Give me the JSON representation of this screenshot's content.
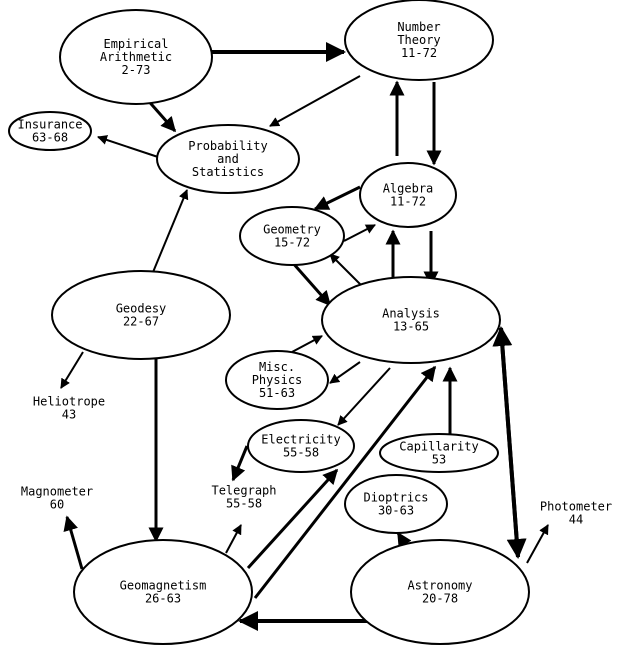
{
  "diagram": {
    "title": "",
    "colors": {
      "stroke": "#000000",
      "background": "#ffffff",
      "text": "#000000"
    },
    "nodes": [
      {
        "id": "empirical",
        "lines": [
          "Empirical",
          "Arithmetic",
          "2-73"
        ],
        "shape": "ellipse"
      },
      {
        "id": "number",
        "lines": [
          "Number",
          "Theory",
          "11-72"
        ],
        "shape": "ellipse"
      },
      {
        "id": "insurance",
        "lines": [
          "Insurance",
          "63-68"
        ],
        "shape": "ellipse"
      },
      {
        "id": "probability",
        "lines": [
          "Probability",
          "and",
          "Statistics"
        ],
        "shape": "ellipse"
      },
      {
        "id": "algebra",
        "lines": [
          "Algebra",
          "11-72"
        ],
        "shape": "ellipse"
      },
      {
        "id": "geometry",
        "lines": [
          "Geometry",
          "15-72"
        ],
        "shape": "ellipse"
      },
      {
        "id": "geodesy",
        "lines": [
          "Geodesy",
          "22-67"
        ],
        "shape": "ellipse"
      },
      {
        "id": "analysis",
        "lines": [
          "Analysis",
          "13-65"
        ],
        "shape": "ellipse"
      },
      {
        "id": "misc",
        "lines": [
          "Misc.",
          "Physics",
          "51-63"
        ],
        "shape": "ellipse"
      },
      {
        "id": "heliotrope",
        "lines": [
          "Heliotrope",
          "43"
        ],
        "shape": "text"
      },
      {
        "id": "electricity",
        "lines": [
          "Electricity",
          "55-58"
        ],
        "shape": "ellipse"
      },
      {
        "id": "capillarity",
        "lines": [
          "Capillarity",
          "53"
        ],
        "shape": "ellipse"
      },
      {
        "id": "magnometer",
        "lines": [
          "Magnometer",
          "60"
        ],
        "shape": "text"
      },
      {
        "id": "telegraph",
        "lines": [
          "Telegraph",
          "55-58"
        ],
        "shape": "text"
      },
      {
        "id": "dioptrics",
        "lines": [
          "Dioptrics",
          "30-63"
        ],
        "shape": "ellipse"
      },
      {
        "id": "photometer",
        "lines": [
          "Photometer",
          "44"
        ],
        "shape": "text"
      },
      {
        "id": "geomagnetism",
        "lines": [
          "Geomagnetism",
          "26-63"
        ],
        "shape": "ellipse"
      },
      {
        "id": "astronomy",
        "lines": [
          "Astronomy",
          "20-78"
        ],
        "shape": "ellipse"
      }
    ],
    "edges": [
      {
        "from": "empirical",
        "to": "number",
        "weight": "heavy"
      },
      {
        "from": "empirical",
        "to": "probability",
        "weight": "medium"
      },
      {
        "from": "number",
        "to": "probability",
        "weight": "light"
      },
      {
        "from": "probability",
        "to": "insurance",
        "weight": "light"
      },
      {
        "from": "algebra",
        "to": "number",
        "weight": "medium"
      },
      {
        "from": "number",
        "to": "algebra",
        "weight": "medium"
      },
      {
        "from": "algebra",
        "to": "geometry",
        "weight": "medium"
      },
      {
        "from": "geometry",
        "to": "algebra",
        "weight": "light"
      },
      {
        "from": "geodesy",
        "to": "probability",
        "weight": "light"
      },
      {
        "from": "geometry",
        "to": "analysis",
        "weight": "medium"
      },
      {
        "from": "analysis",
        "to": "geometry",
        "weight": "light"
      },
      {
        "from": "analysis",
        "to": "algebra",
        "weight": "medium"
      },
      {
        "from": "algebra",
        "to": "analysis",
        "weight": "medium"
      },
      {
        "from": "misc",
        "to": "analysis",
        "weight": "light"
      },
      {
        "from": "analysis",
        "to": "misc",
        "weight": "light"
      },
      {
        "from": "geodesy",
        "to": "heliotrope",
        "weight": "light"
      },
      {
        "from": "geodesy",
        "to": "geomagnetism",
        "weight": "medium"
      },
      {
        "from": "analysis",
        "to": "electricity",
        "weight": "light"
      },
      {
        "from": "electricity",
        "to": "telegraph",
        "weight": "medium"
      },
      {
        "from": "capillarity",
        "to": "analysis",
        "weight": "medium"
      },
      {
        "from": "geomagnetism",
        "to": "electricity",
        "weight": "medium"
      },
      {
        "from": "geomagnetism",
        "to": "analysis",
        "weight": "medium"
      },
      {
        "from": "analysis",
        "to": "astronomy",
        "weight": "heavy"
      },
      {
        "from": "astronomy",
        "to": "analysis",
        "weight": "heavy"
      },
      {
        "from": "geomagnetism",
        "to": "magnometer",
        "weight": "medium"
      },
      {
        "from": "geomagnetism",
        "to": "telegraph",
        "weight": "light"
      },
      {
        "from": "astronomy",
        "to": "dioptrics",
        "weight": "medium"
      },
      {
        "from": "astronomy",
        "to": "photometer",
        "weight": "light"
      },
      {
        "from": "astronomy",
        "to": "geomagnetism",
        "weight": "heavy"
      }
    ]
  }
}
